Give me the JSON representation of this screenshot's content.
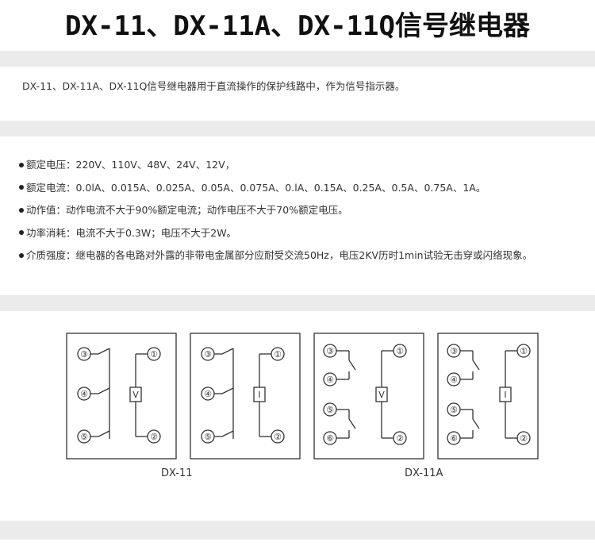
{
  "title": "DX-11、DX-11A、DX-11Q信号继电器",
  "description": "DX-11、DX-11A、DX-11Q信号继电器用于直流操作的保护线路中，作为信号指示器。",
  "specs": [
    "额定电压：220V、110V、48V、24V、12V，",
    "额定电流：0.0lA、0.015A、0.025A、0.05A、0.075A、0.lA、0.15A、0.25A、0.5A、0.75A、1A。",
    "动作值：动作电流不大于90%额定电流；动作电压不大于70%额定电压。",
    "功率消耗：电流不大于0.3W；电压不大于2W。",
    "介质强度：继电器的各电路对外露的非带电金属部分应耐受交流50Hz，电压2KV历时1min试验无击穿或闪络现象。"
  ],
  "diagrams": [
    {
      "coil": "V",
      "terminals": [
        "③",
        "④",
        "⑤",
        "①",
        "②"
      ]
    },
    {
      "coil": "I",
      "terminals": [
        "③",
        "④",
        "⑤",
        "①",
        "②"
      ]
    },
    {
      "coil": "V",
      "terminals": [
        "③",
        "④",
        "⑤",
        "⑥",
        "①",
        "②"
      ]
    },
    {
      "coil": "I",
      "terminals": [
        "③",
        "④",
        "⑤",
        "⑥",
        "①",
        "②"
      ]
    }
  ],
  "captions": [
    "DX-11",
    "DX-11A"
  ],
  "colors": {
    "band": "#ebebeb",
    "text": "#333333",
    "line": "#333333"
  }
}
